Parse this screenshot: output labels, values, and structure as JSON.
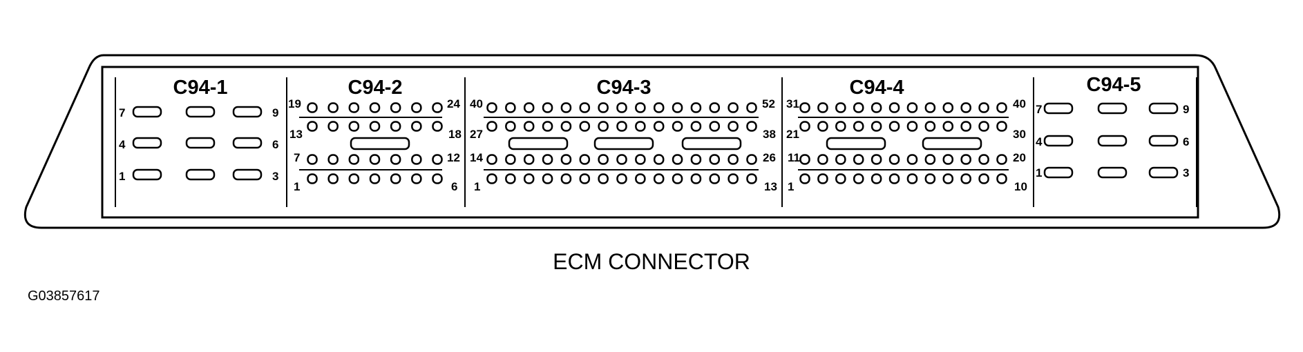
{
  "caption": "ECM CONNECTOR",
  "figure_id": "G03857617",
  "connectors": [
    {
      "id": "C94-1",
      "pin_labels": {
        "r1_left": "7",
        "r1_right": "9",
        "r2_left": "4",
        "r2_right": "6",
        "r3_left": "1",
        "r3_right": "3"
      }
    },
    {
      "id": "C94-2",
      "pin_labels": {
        "r1_left": "19",
        "r1_right": "24",
        "r2_left": "13",
        "r2_right": "18",
        "r3_left": "7",
        "r3_right": "12",
        "r4_left": "1",
        "r4_right": "6"
      }
    },
    {
      "id": "C94-3",
      "pin_labels": {
        "r1_left": "40",
        "r1_right": "52",
        "r2_left": "27",
        "r2_right": "38",
        "r3_left": "14",
        "r3_right": "26",
        "r4_left": "1",
        "r4_right": "13"
      }
    },
    {
      "id": "C94-4",
      "pin_labels": {
        "r1_left": "31",
        "r1_right": "40",
        "r2_left": "21",
        "r2_right": "30",
        "r3_left": "11",
        "r3_right": "20",
        "r4_left": "1",
        "r4_right": "10"
      }
    },
    {
      "id": "C94-5",
      "pin_labels": {
        "r1_left": "7",
        "r1_right": "9",
        "r2_left": "4",
        "r2_right": "6",
        "r3_left": "1",
        "r3_right": "3"
      }
    }
  ]
}
